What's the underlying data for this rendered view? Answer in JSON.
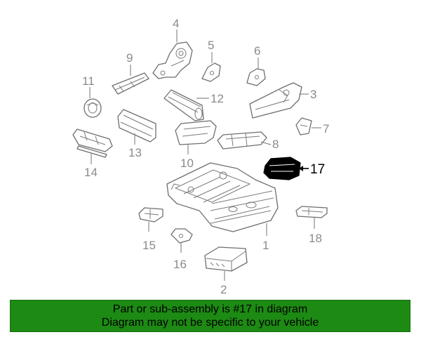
{
  "diagram": {
    "callouts": [
      "1",
      "2",
      "3",
      "4",
      "5",
      "6",
      "7",
      "8",
      "9",
      "10",
      "11",
      "12",
      "13",
      "14",
      "15",
      "16",
      "17",
      "18"
    ],
    "highlighted_part": "17",
    "highlight_color": "#000000"
  },
  "banner": {
    "line1": "Part or sub-assembly is #17 in diagram",
    "line2": "Diagram may not be specific to your vehicle",
    "background": "#1d8a14"
  }
}
